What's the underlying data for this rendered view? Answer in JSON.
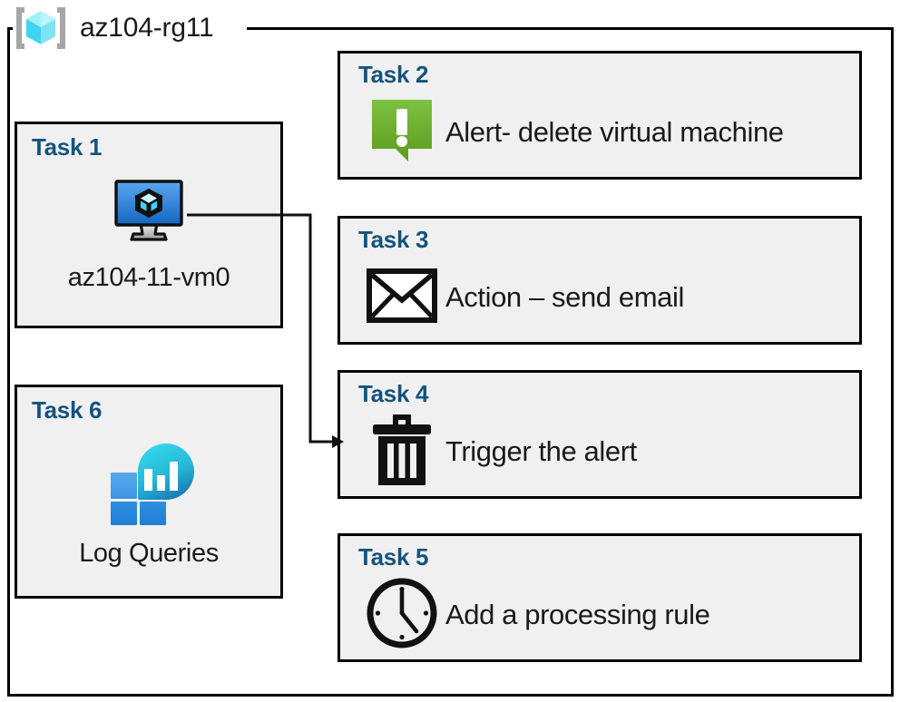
{
  "resource_group": {
    "icon": "resource-group-cube-icon",
    "title": "az104-rg11"
  },
  "cards": {
    "task1": {
      "label": "Task 1",
      "icon": "virtual-machine-icon",
      "caption": "az104-11-vm0"
    },
    "task2": {
      "label": "Task 2",
      "icon": "alert-exclamation-bubble-icon",
      "text": "Alert- delete virtual machine"
    },
    "task3": {
      "label": "Task 3",
      "icon": "envelope-email-icon",
      "text": "Action – send email"
    },
    "task4": {
      "label": "Task 4",
      "icon": "trash-can-icon",
      "text": "Trigger the alert"
    },
    "task5": {
      "label": "Task 5",
      "icon": "clock-icon",
      "text": "Add a processing rule"
    },
    "task6": {
      "label": "Task 6",
      "icon": "log-analytics-icon",
      "caption": "Log Queries"
    }
  },
  "connector": {
    "name": "vm-to-task4-arrow",
    "from": "task1-virtual-machine-icon",
    "to": "task4-card"
  },
  "colors": {
    "task_label": "#14537e",
    "card_background": "#f0f0f0",
    "card_border": "#000000",
    "alert_green_light": "#7ac143",
    "alert_green_dark": "#5f9e20",
    "vm_blue_light": "#4a9ae8",
    "vm_blue_dark": "#1565c0",
    "log_cyan": "#31d2e8",
    "log_teal": "#1c7fb5",
    "log_tile_blue": "#2f8fe0",
    "rg_cube_cyan": "#7fe8f7",
    "rg_bracket_gray": "#a6a6a6",
    "text": "#1a1a1a"
  }
}
